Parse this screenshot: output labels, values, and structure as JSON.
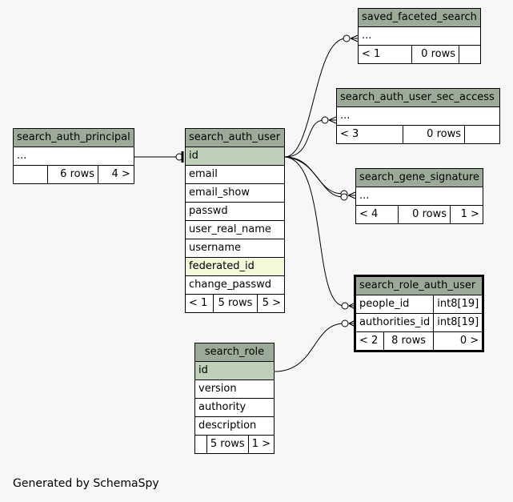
{
  "tables": {
    "saved_faceted_search": {
      "name": "saved_faceted_search",
      "cols": [
        "..."
      ],
      "footer": [
        "< 1",
        "0 rows",
        ""
      ]
    },
    "search_auth_user_sec_access": {
      "name": "search_auth_user_sec_access",
      "cols": [
        "..."
      ],
      "footer": [
        "< 3",
        "0 rows",
        ""
      ]
    },
    "search_auth_principal": {
      "name": "search_auth_principal",
      "cols": [
        "..."
      ],
      "footer": [
        "",
        "6 rows",
        "4 >"
      ]
    },
    "search_auth_user": {
      "name": "search_auth_user",
      "cols": [
        "id",
        "email",
        "email_show",
        "passwd",
        "user_real_name",
        "username",
        "federated_id",
        "change_passwd"
      ],
      "footer": [
        "< 1",
        "5 rows",
        "5 >"
      ]
    },
    "search_gene_signature": {
      "name": "search_gene_signature",
      "cols": [
        "..."
      ],
      "footer": [
        "< 4",
        "0 rows",
        "1 >"
      ]
    },
    "search_role_auth_user": {
      "name": "search_role_auth_user",
      "cols": [
        {
          "name": "people_id",
          "type": "int8[19]"
        },
        {
          "name": "authorities_id",
          "type": "int8[19]"
        }
      ],
      "footer": [
        "< 2",
        "8 rows",
        "0 >"
      ]
    },
    "search_role": {
      "name": "search_role",
      "cols": [
        "id",
        "version",
        "authority",
        "description"
      ],
      "footer": [
        "",
        "5 rows",
        "1 >"
      ]
    }
  },
  "colors": {
    "header": "#9cab98",
    "primary_key": "#bed1b8",
    "indexed": "#f4f7da",
    "background": "#f7f7f7"
  },
  "footer_text": "Generated by SchemaSpy"
}
